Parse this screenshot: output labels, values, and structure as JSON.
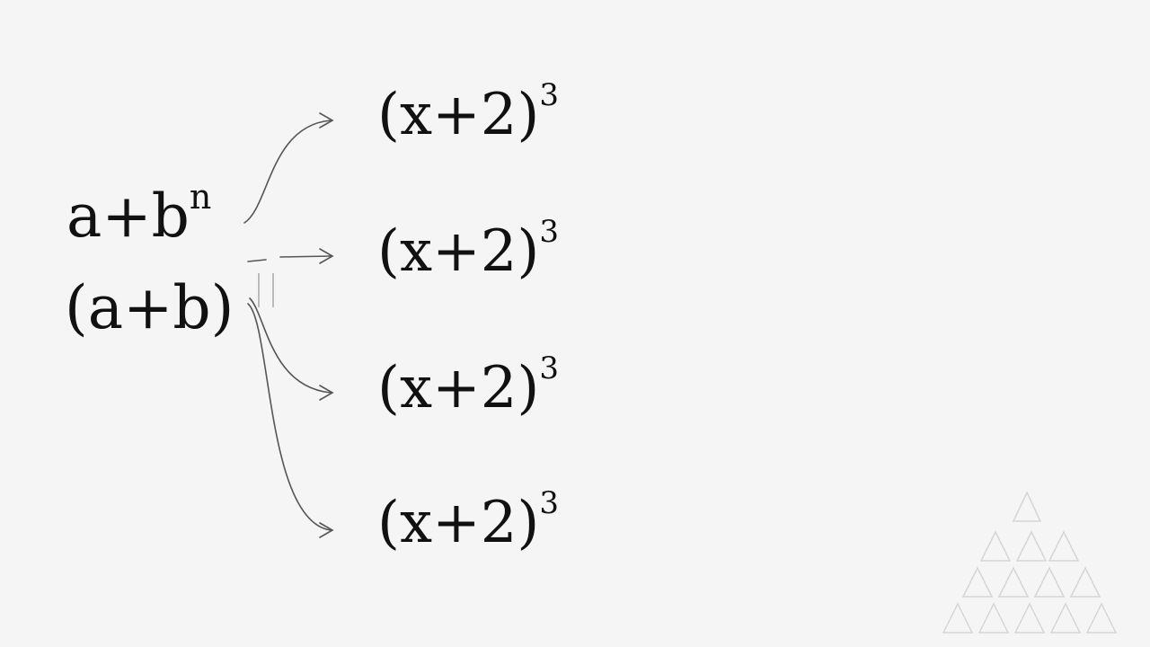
{
  "source": {
    "line1": {
      "base": "a+b",
      "exponent": "n"
    },
    "line2": {
      "base": "(a+b)",
      "exponent": ""
    }
  },
  "targets": [
    {
      "base": "(x+2)",
      "exponent": "3"
    },
    {
      "base": "(x+2)",
      "exponent": "3"
    },
    {
      "base": "(x+2)",
      "exponent": "3"
    },
    {
      "base": "(x+2)",
      "exponent": "3"
    }
  ],
  "colors": {
    "background": "#f5f5f5",
    "text": "#111111",
    "arrow": "#555555",
    "watermark": "#9a9a9a"
  },
  "icons": {
    "watermark": "pascal-triangle-logo-icon"
  }
}
